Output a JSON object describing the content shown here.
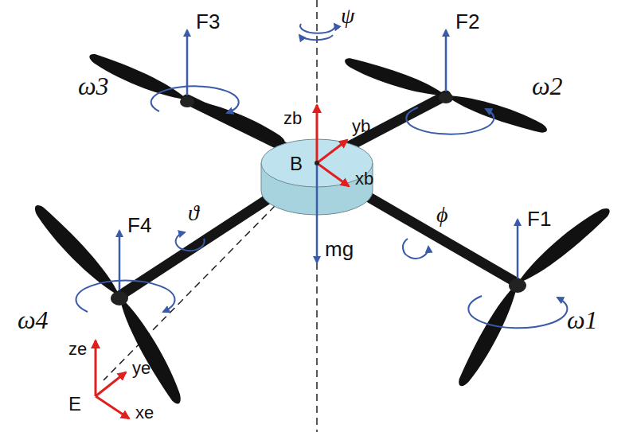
{
  "diagram": {
    "labels": [
      "F3",
      "ψ",
      "F2",
      "ω3",
      "ω2",
      "zb",
      "yb",
      "B",
      "xb",
      "F4",
      "ϑ",
      "ϕ",
      "F1",
      "mg",
      "ω4",
      "ω1",
      "ze",
      "ye",
      "E",
      "xe"
    ]
  }
}
